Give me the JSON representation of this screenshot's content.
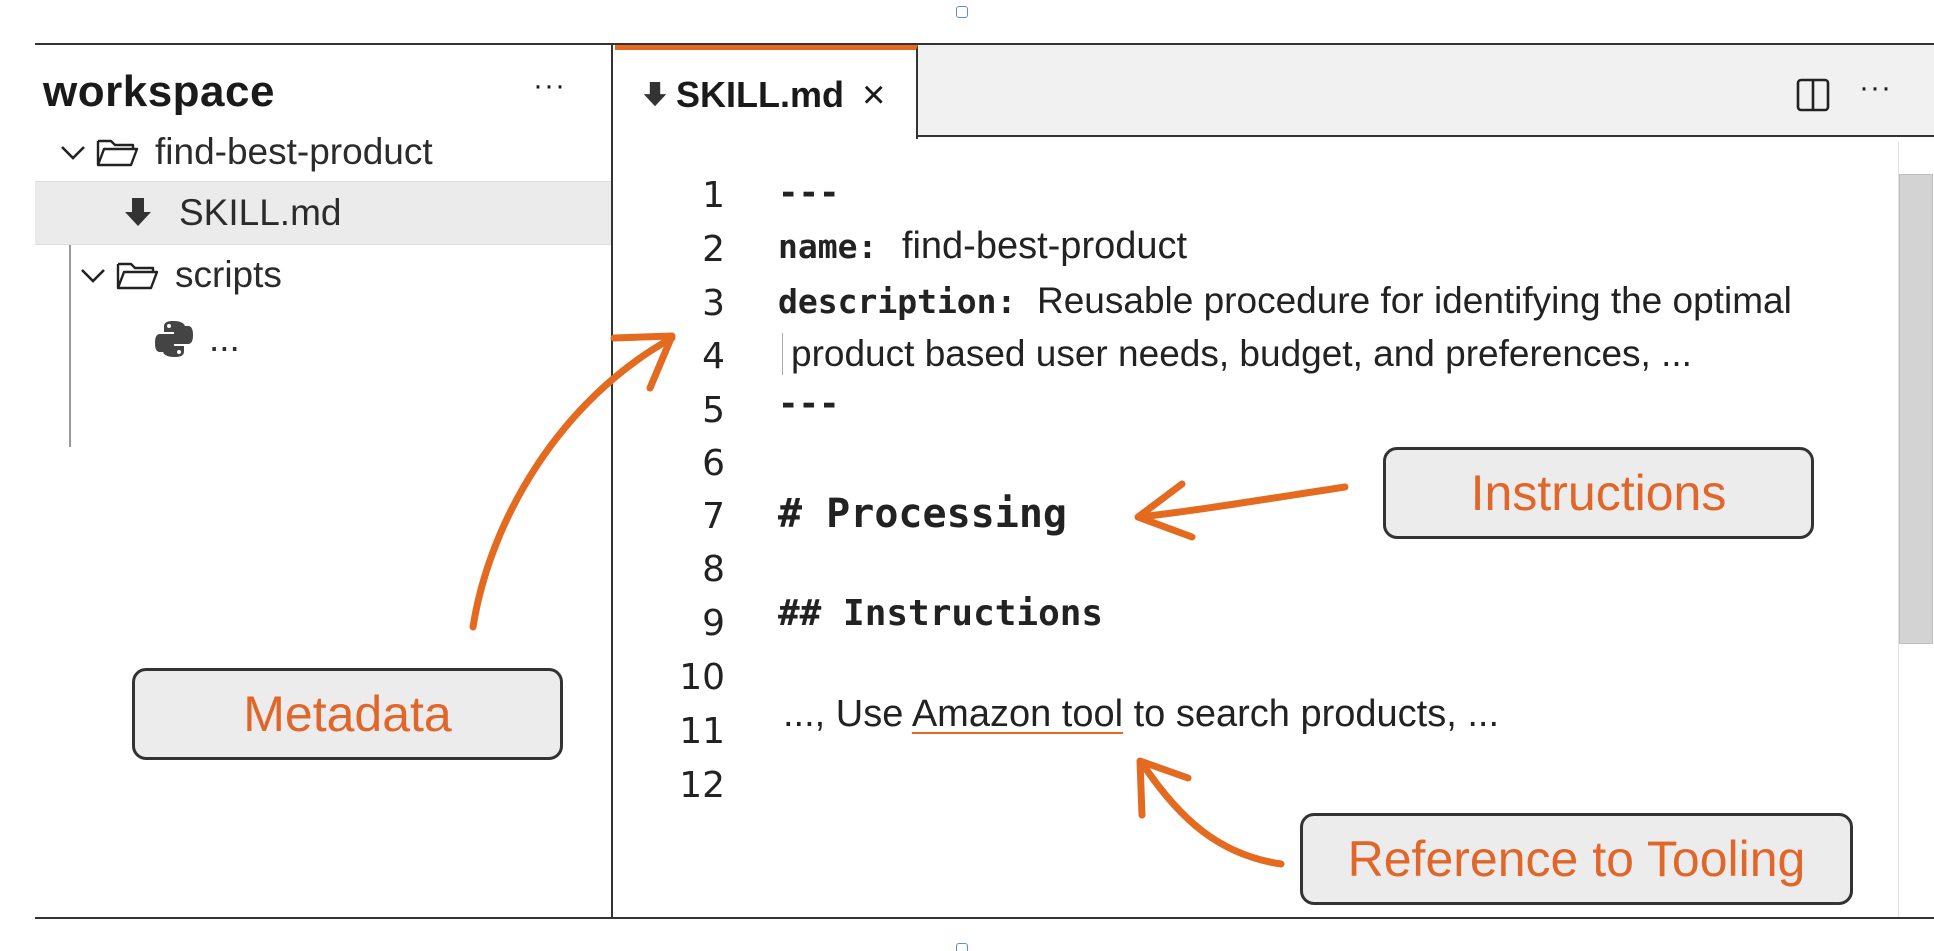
{
  "sidebar": {
    "title": "workspace",
    "more": "···",
    "tree": [
      {
        "label": "find-best-product",
        "type": "folder"
      },
      {
        "label": "SKILL.md",
        "type": "markdown-file"
      },
      {
        "label": "scripts",
        "type": "folder"
      },
      {
        "label": "...",
        "type": "python-file"
      }
    ]
  },
  "editor": {
    "tab": {
      "name": "SKILL.md",
      "close": "×"
    },
    "more": "···",
    "line_numbers": [
      "1",
      "2",
      "3",
      "4",
      "5",
      "6",
      "7",
      "8",
      "9",
      "10",
      "11",
      "12"
    ],
    "lines": {
      "l1": "---",
      "l2_key": "name:",
      "l2_val": "find-best-product",
      "l3_key": "description:",
      "l3_val": "Reusable procedure for identifying the optimal",
      "l4": "product based user needs, budget, and preferences, ...",
      "l5": "---",
      "l7": "# Processing",
      "l9": "## Instructions",
      "l11_pre": "..., Use ",
      "l11_link": "Amazon tool",
      "l11_post": " to search products, ..."
    }
  },
  "callouts": {
    "metadata": "Metadata",
    "instructions": "Instructions",
    "tooling": "Reference to Tooling"
  },
  "colors": {
    "accent": "#e36a1f",
    "callout_text": "#e0662a"
  }
}
